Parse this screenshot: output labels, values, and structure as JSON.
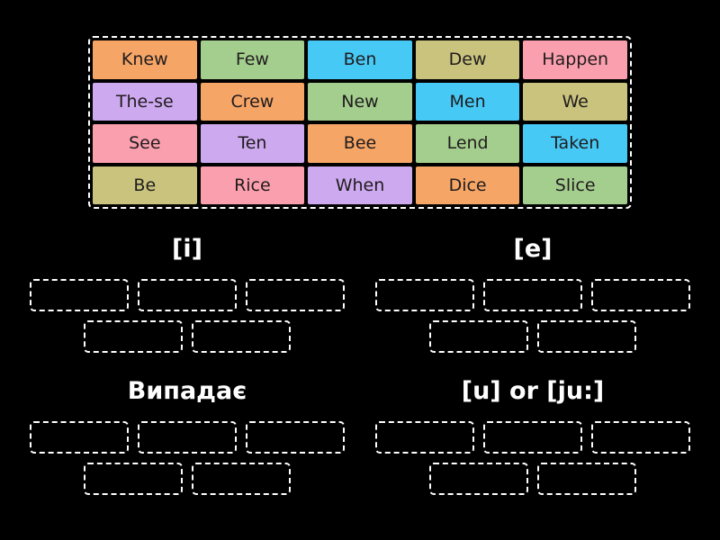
{
  "background_color": "#000000",
  "palette": {
    "orange": "#F5A566",
    "green": "#A4CE8E",
    "blue": "#47C9F5",
    "khaki": "#C9C37E",
    "pink": "#FA9FAE",
    "lavender": "#CDA9F0",
    "slot_border": "#FFFFFF",
    "tile_text": "#201C1D"
  },
  "word_bank": {
    "tiles": [
      {
        "label": "Knew",
        "color": "orange"
      },
      {
        "label": "Few",
        "color": "green"
      },
      {
        "label": "Ben",
        "color": "blue"
      },
      {
        "label": "Dew",
        "color": "khaki"
      },
      {
        "label": "Happen",
        "color": "pink"
      },
      {
        "label": "The-se",
        "color": "lavender"
      },
      {
        "label": "Crew",
        "color": "orange"
      },
      {
        "label": "New",
        "color": "green"
      },
      {
        "label": "Men",
        "color": "blue"
      },
      {
        "label": "We",
        "color": "khaki"
      },
      {
        "label": "See",
        "color": "pink"
      },
      {
        "label": "Ten",
        "color": "lavender"
      },
      {
        "label": "Bee",
        "color": "orange"
      },
      {
        "label": "Lend",
        "color": "green"
      },
      {
        "label": "Taken",
        "color": "blue"
      },
      {
        "label": "Be",
        "color": "khaki"
      },
      {
        "label": "Rice",
        "color": "pink"
      },
      {
        "label": "When",
        "color": "lavender"
      },
      {
        "label": "Dice",
        "color": "orange"
      },
      {
        "label": "Slice",
        "color": "green"
      }
    ]
  },
  "categories": [
    {
      "label": "[i]",
      "slot_rows": [
        3,
        2
      ]
    },
    {
      "label": "[e]",
      "slot_rows": [
        3,
        2
      ]
    },
    {
      "label": "Випадає",
      "slot_rows": [
        3,
        2
      ]
    },
    {
      "label": "[u] or [ju:]",
      "slot_rows": [
        3,
        2
      ]
    }
  ]
}
